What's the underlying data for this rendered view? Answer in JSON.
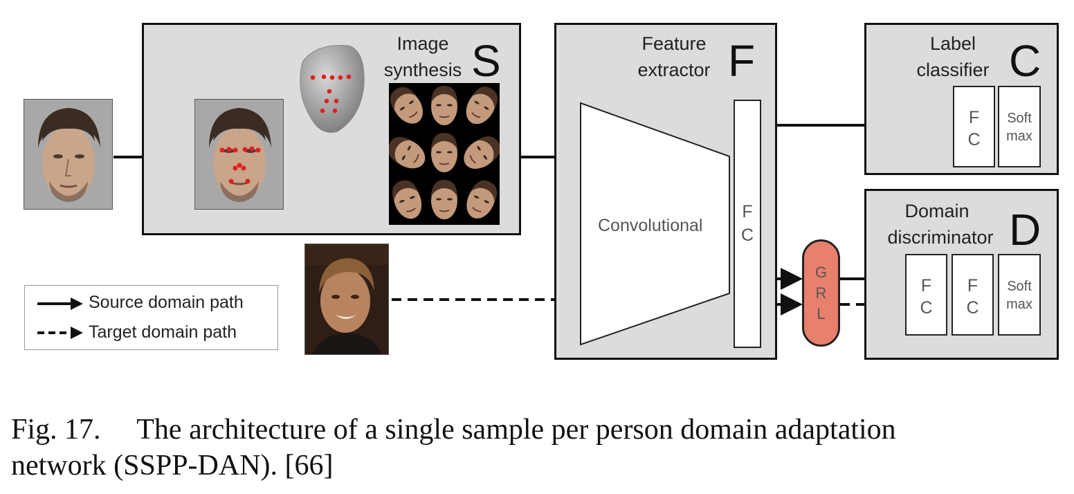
{
  "modules": {
    "synthesis": {
      "letter": "S",
      "label_line1": "Image",
      "label_line2": "synthesis"
    },
    "extractor": {
      "letter": "F",
      "label_line1": "Feature",
      "label_line2": "extractor",
      "conv_label": "Convolutional",
      "fc_line1": "F",
      "fc_line2": "C"
    },
    "classifier": {
      "letter": "C",
      "label_line1": "Label",
      "label_line2": "classifier",
      "fc_line1": "F",
      "fc_line2": "C",
      "softmax_line1": "Soft",
      "softmax_line2": "max"
    },
    "discriminator": {
      "letter": "D",
      "label_line1": "Domain",
      "label_line2": "discriminator",
      "fc_line1": "F",
      "fc_line2": "C",
      "softmax_line1": "Soft",
      "softmax_line2": "max"
    }
  },
  "grl": {
    "line1": "G",
    "line2": "R",
    "line3": "L",
    "color": "#e8806e"
  },
  "legend": {
    "source": "Source domain path",
    "target": "Target domain path"
  },
  "caption": {
    "line1": "Fig. 17.  The architecture of a single sample per person domain adaptation",
    "line2": "network (SSPP-DAN). [66]"
  }
}
